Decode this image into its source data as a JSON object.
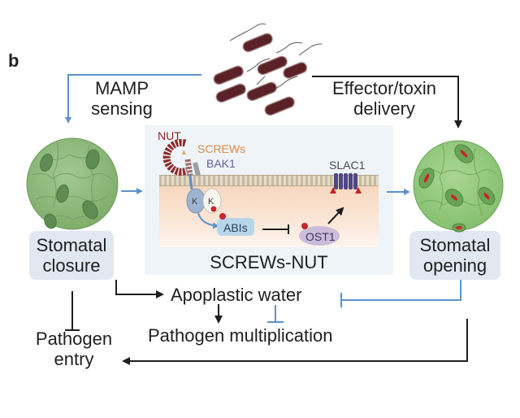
{
  "panel_label": "b",
  "top": {
    "mamp_sensing": [
      "MAMP",
      "sensing"
    ],
    "effector_delivery": [
      "Effector/toxin",
      "delivery"
    ],
    "pathogen_icon": "bacteria-icon"
  },
  "left": {
    "state_label": [
      "Stomatal",
      "closure"
    ],
    "leaf_icon": "closed-stomata-leaf-icon"
  },
  "right": {
    "state_label": [
      "Stomatal",
      "opening"
    ],
    "leaf_icon": "open-stomata-leaf-icon"
  },
  "center": {
    "title": "SCREWs-NUT",
    "labels": {
      "nut": "NUT",
      "screws": "SCREWs",
      "bak1": "BAK1",
      "kinase_a": "K",
      "kinase_b": "K",
      "abis": "ABIs",
      "ost1": "OST1",
      "slac1": "SLAC1"
    }
  },
  "bottom": {
    "apoplastic_water": "Apoplastic water",
    "pathogen_multiplication": "Pathogen multiplication",
    "pathogen_entry": [
      "Pathogen",
      "entry"
    ]
  },
  "colors": {
    "blue_arrow": "#5b93c9",
    "black_arrow": "#1f1f1f",
    "label_box": "#e1e8f1",
    "bacteria": "#5a2426",
    "leaf_green": "#8fbf7a",
    "nut_red": "#8c2a2a",
    "screws_orange": "#d98b4a",
    "bak1_purple": "#6a5a9a",
    "slac1_purple": "#4f4785",
    "phospho_red": "#c9242a"
  }
}
